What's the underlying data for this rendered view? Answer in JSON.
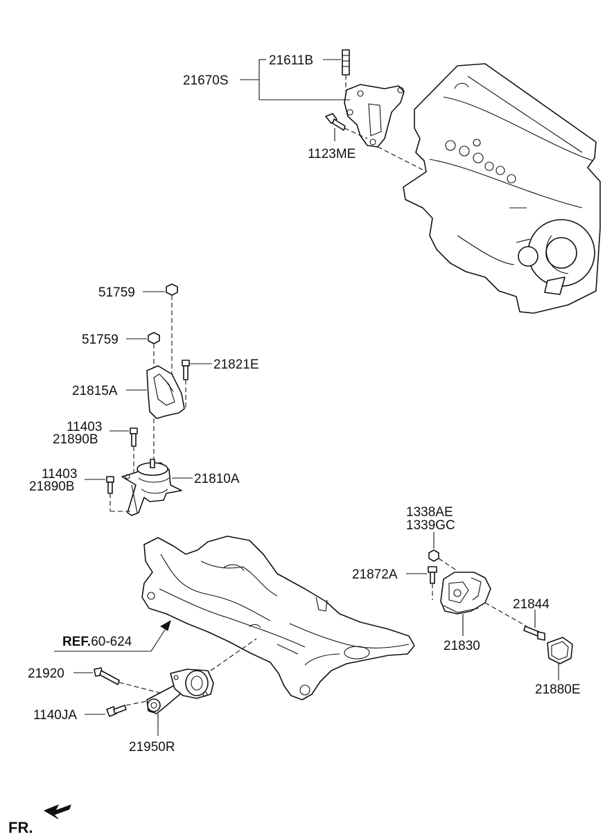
{
  "labels": {
    "p21611B": "21611B",
    "p21670S": "21670S",
    "p1123ME": "1123ME",
    "p51759a": "51759",
    "p51759b": "51759",
    "p21821E": "21821E",
    "p21815A": "21815A",
    "p11403a": "11403",
    "p21890Ba": "21890B",
    "p11403b": "11403",
    "p21890Bb": "21890B",
    "p21810A": "21810A",
    "p1338AE": "1338AE",
    "p1339GC": "1339GC",
    "p21872A": "21872A",
    "p21844": "21844",
    "p21830": "21830",
    "p21880E": "21880E",
    "ref_bold": "REF.",
    "ref_num": "60-624",
    "p21920": "21920",
    "p1140JA": "1140JA",
    "p21950R": "21950R",
    "fr": "FR."
  }
}
